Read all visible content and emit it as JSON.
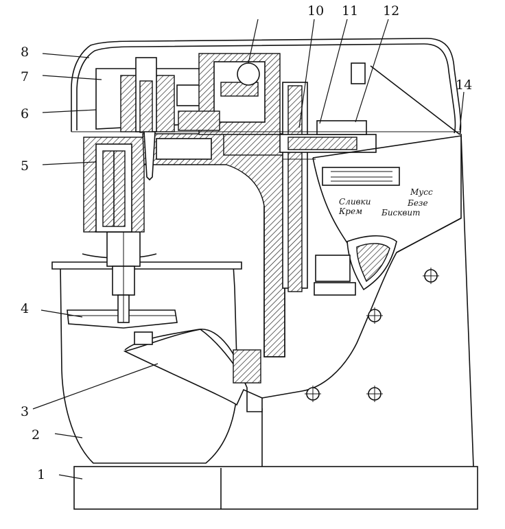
{
  "figure": {
    "callouts": [
      {
        "id": "1",
        "label": "1"
      },
      {
        "id": "2",
        "label": "2"
      },
      {
        "id": "3",
        "label": "3"
      },
      {
        "id": "4",
        "label": "4"
      },
      {
        "id": "5",
        "label": "5"
      },
      {
        "id": "6",
        "label": "6"
      },
      {
        "id": "7",
        "label": "7"
      },
      {
        "id": "8",
        "label": "8"
      },
      {
        "id": "10",
        "label": "10"
      },
      {
        "id": "11",
        "label": "11"
      },
      {
        "id": "12",
        "label": "12"
      },
      {
        "id": "14",
        "label": "14"
      }
    ],
    "dial_labels": {
      "cream_top": "Сливки",
      "cream_bottom": "Крем",
      "mousse": "Мусс",
      "meringue": "Безе",
      "sponge": "Бисквит"
    }
  }
}
